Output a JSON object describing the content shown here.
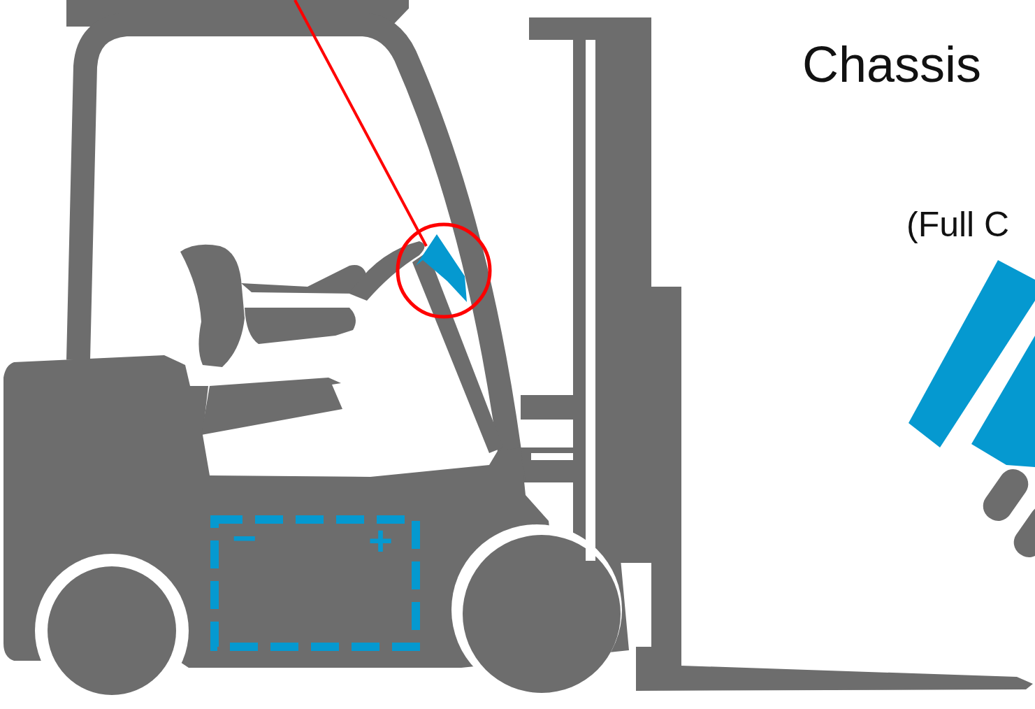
{
  "diagram": {
    "title": "Chassis",
    "labels": [
      "(Full C",
      "−",
      "+"
    ]
  }
}
